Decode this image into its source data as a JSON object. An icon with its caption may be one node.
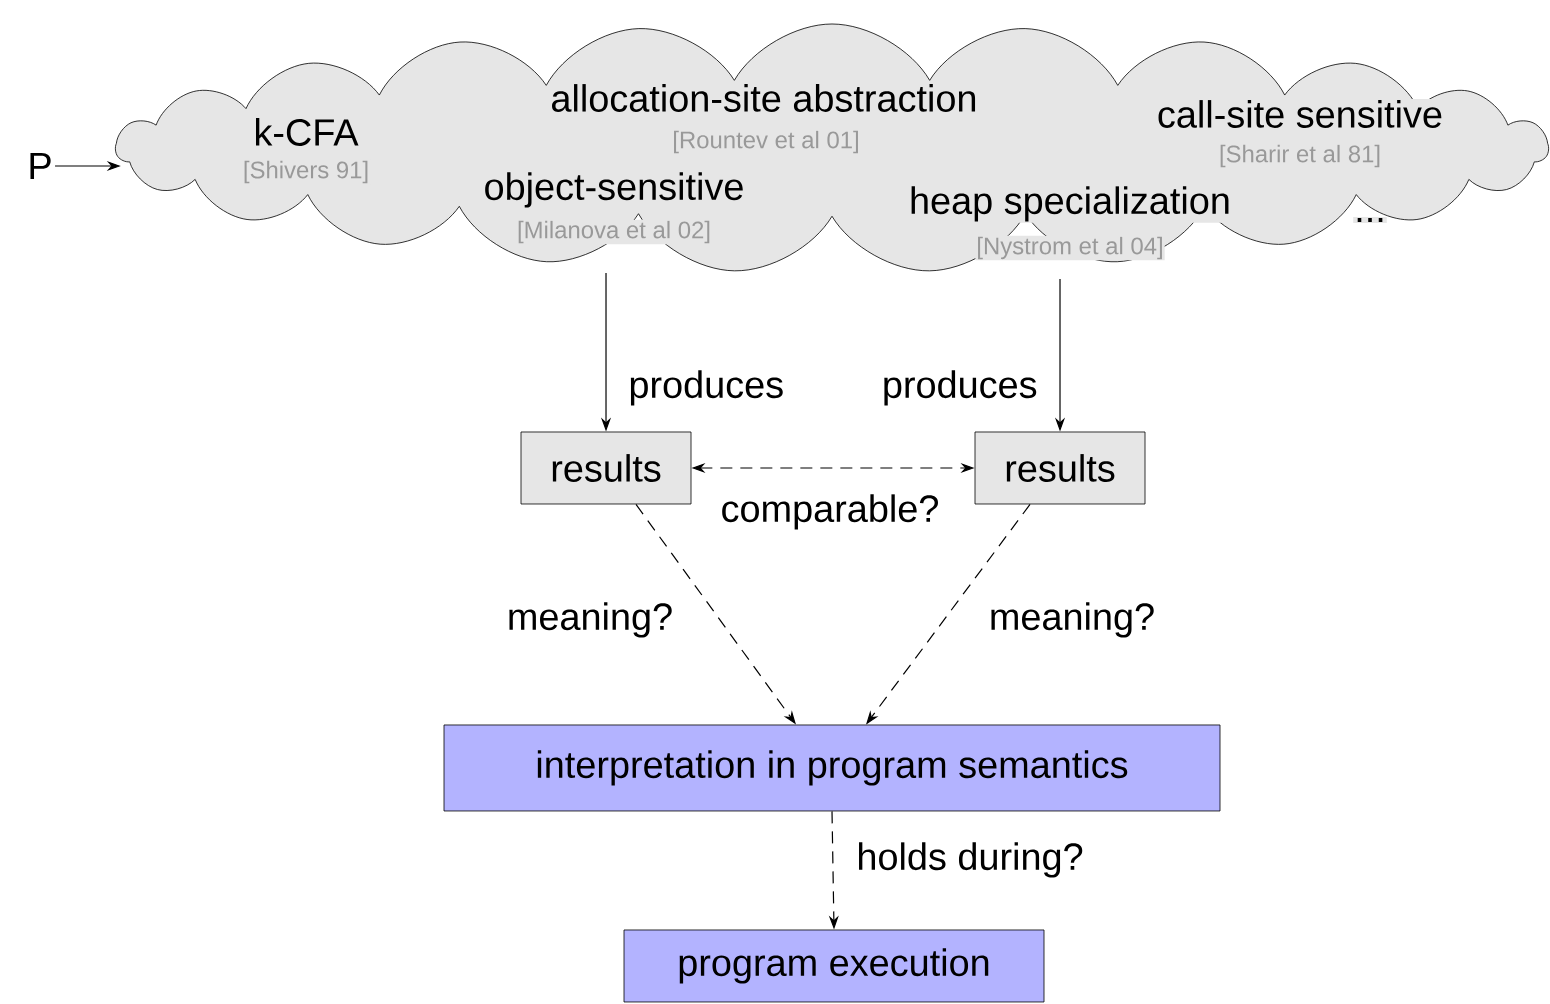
{
  "diagram": {
    "nodes": [
      {
        "text": [
          "P"
        ]
      },
      {
        "text": [
          "k-CFA",
          "[Shivers 91]",
          "allocation-site abstraction",
          "[Rountev et al 01]",
          "call-site sensitive",
          "[Sharir et al 81]",
          "object-sensitive",
          "[Milanova et al 02]",
          "heap specialization",
          "[Nystrom et al 04]",
          "..."
        ]
      },
      {
        "text": [
          "results"
        ]
      },
      {
        "text": [
          "results"
        ]
      },
      {
        "text": [
          "interpretation in program semantics"
        ]
      },
      {
        "text": [
          "program execution"
        ]
      }
    ],
    "edges": [
      {
        "from": 0,
        "to": 1,
        "arrow": "to"
      },
      {
        "from": 1,
        "to": 2,
        "arrow": "to",
        "label": "produces"
      },
      {
        "from": 1,
        "to": 3,
        "arrow": "to",
        "label": "produces"
      },
      {
        "from": 2,
        "to": 3,
        "arrow": "both",
        "style": "dashed",
        "label": "comparable?"
      },
      {
        "from": 2,
        "to": 4,
        "arrow": "to",
        "style": "dashed",
        "label": "meaning?"
      },
      {
        "from": 3,
        "to": 4,
        "arrow": "to",
        "style": "dashed",
        "label": "meaning?"
      },
      {
        "from": 4,
        "to": 5,
        "arrow": "to",
        "style": "dashed",
        "label": "holds during?"
      }
    ]
  }
}
